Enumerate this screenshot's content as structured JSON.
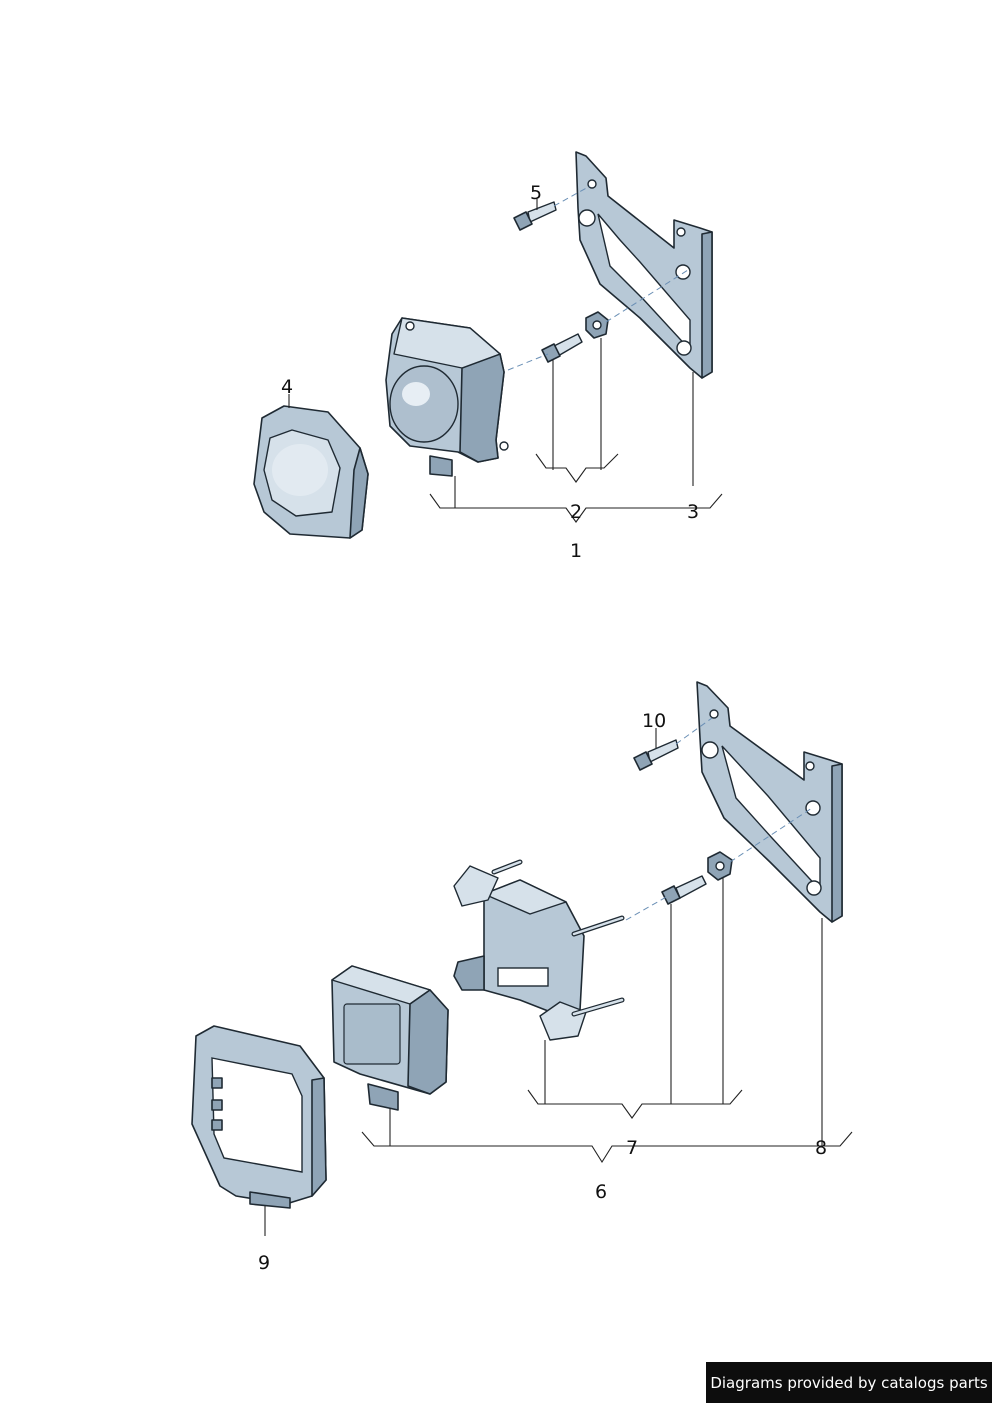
{
  "callouts": {
    "c1": "1",
    "c2": "2",
    "c3": "3",
    "c4": "4",
    "c5": "5",
    "c6": "6",
    "c7": "7",
    "c8": "8",
    "c9": "9",
    "c10": "10"
  },
  "footer": {
    "text": "Diagrams provided by catalogs parts"
  },
  "colors": {
    "part": "#b7c8d6",
    "outline": "#1f2a33",
    "banner_bg": "#0d0d0d",
    "banner_text": "#ffffff"
  }
}
